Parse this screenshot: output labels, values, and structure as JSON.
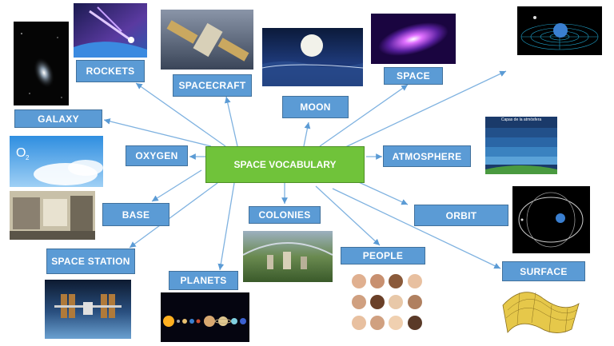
{
  "center_label": "SPACE VOCABULARY",
  "terms": {
    "rockets": "ROCKETS",
    "spacecraft": "SPACECRAFT",
    "moon": "MOON",
    "space": "SPACE",
    "galaxy": "GALAXY",
    "oxygen": "OXYGEN",
    "atmosphere": "ATMOSPHERE",
    "base": "BASE",
    "colonies": "COLONIES",
    "orbit": "ORBIT",
    "space_station": "SPACE STATION",
    "people": "PEOPLE",
    "planets": "PLANETS",
    "surface": "SURFACE"
  },
  "atmosphere_image_title": "Capas de la atmósfera",
  "colors": {
    "term_box": "#5b9bd5",
    "center_box": "#70c33a",
    "arrow": "#5b9bd5"
  }
}
